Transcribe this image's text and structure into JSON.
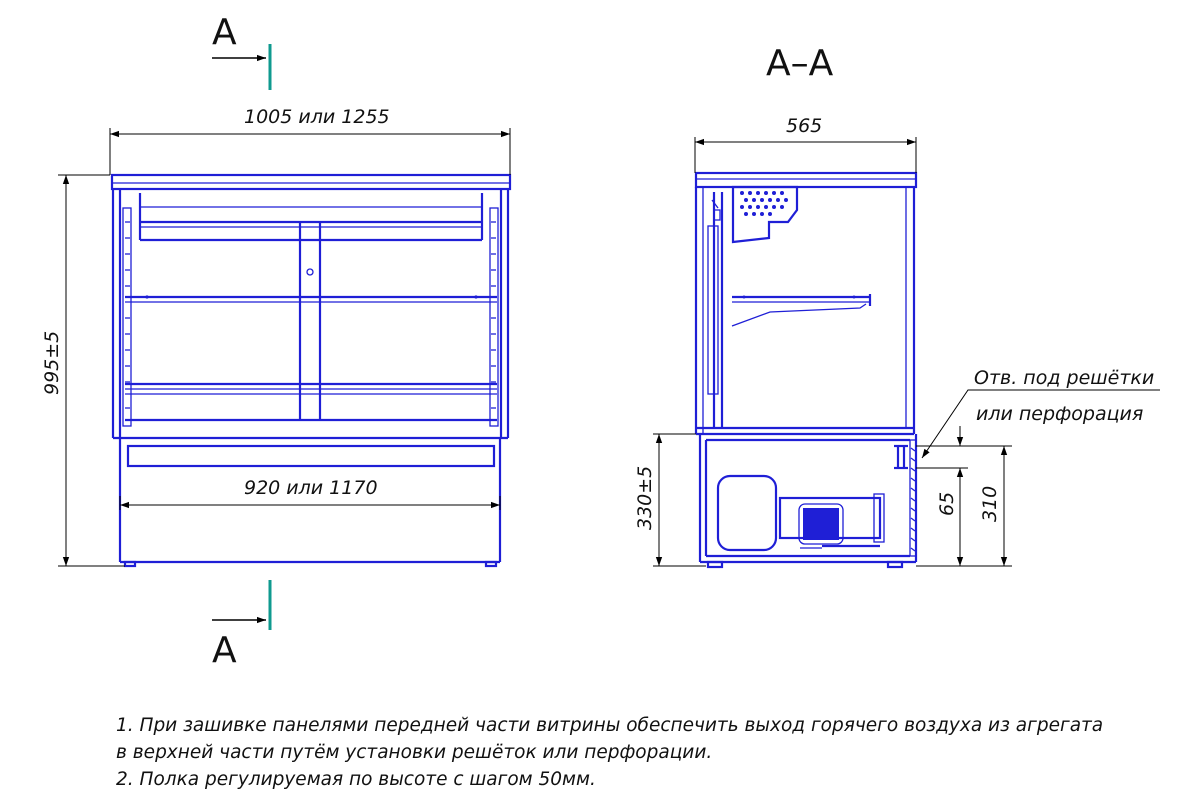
{
  "section_marks": {
    "top": "A",
    "bottom": "A",
    "section_title": "A–A"
  },
  "front_view": {
    "width_top": "1005 или 1255",
    "width_inner": "920 или 1170",
    "height": "995±5"
  },
  "side_view": {
    "depth": "565",
    "base_height": "330±5",
    "dim_65": "65",
    "dim_310": "310",
    "callout_line1": "Отв. под решётки",
    "callout_line2": "или перфорация"
  },
  "notes": [
    "1. При зашивке панелями передней части витрины обеспечить выход горячего воздуха из агрегата",
    "в верхней части путём установки решёток или перфорации.",
    "2. Полка регулируемая по высоте с шагом 50мм."
  ],
  "colors": {
    "drawing": "#1f1fd6",
    "dimension": "#000000",
    "section_line": "#0f9a8f"
  }
}
